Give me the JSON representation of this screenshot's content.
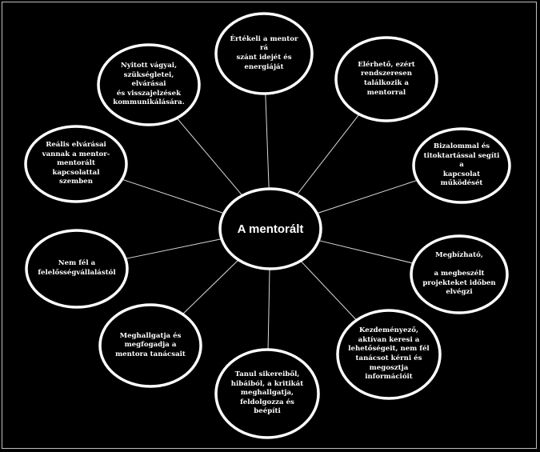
{
  "center": {
    "label": "A mentorált"
  },
  "nodes": [
    {
      "id": "top",
      "text": "Értékeli a mentor rá\nszánt idejét és\nenergiáját"
    },
    {
      "id": "top-right",
      "text": "Elérhető, ezért\nrendszeresen\ntalálkozik a\nmentorral"
    },
    {
      "id": "right-upper",
      "text": "Bizalommal és\ntitoktartással segíti a\nkapcsolat működését"
    },
    {
      "id": "right-lower",
      "text": "Megbízható,\n\na megbeszélt\nprojekteket időben\nelvégzi"
    },
    {
      "id": "bottom-right",
      "text": "Kezdeményező,\naktívan keresi a\nlehetőségeit, nem fél\ntanácsot kérni és\nmegosztja\ninformációit"
    },
    {
      "id": "bottom",
      "text": "Tanul sikereiből,\nhibáiból, a kritikát\nmeghallgatja,\nfeldolgozza és beépíti"
    },
    {
      "id": "bottom-left",
      "text": "Meghallgatja és\nmegfogadja a\nmentora tanácsait"
    },
    {
      "id": "left-lower",
      "text": "Nem fél a\nfelelősségvállalástól"
    },
    {
      "id": "left-upper",
      "text": "Reális elvárásai\nvannak a mentor-\nmentorált\nkapcsolattal szemben"
    },
    {
      "id": "top-left",
      "text": "Nyitott vágyai,\nszükségletei, elvárásai\nés visszajelzések\nkommunikálására."
    }
  ],
  "colors": {
    "background": "#000000",
    "stroke": "#ffffff",
    "connector": "#d9d9d9"
  }
}
